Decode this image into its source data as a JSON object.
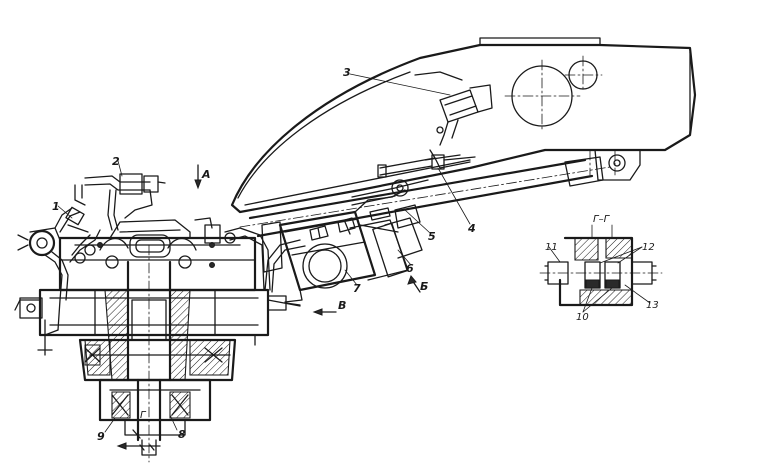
{
  "labels": {
    "n1": "1",
    "n2": "2",
    "n3": "3",
    "n4": "4",
    "n5": "5",
    "n6": "6",
    "n7": "7",
    "n8": "8",
    "n9": "9",
    "n10": "10",
    "n11": "11",
    "n12": "12",
    "n13": "13",
    "view_a": "А",
    "view_b": "Б",
    "view_v": "В",
    "section_g": "Г",
    "section_title": "Г–Г"
  }
}
